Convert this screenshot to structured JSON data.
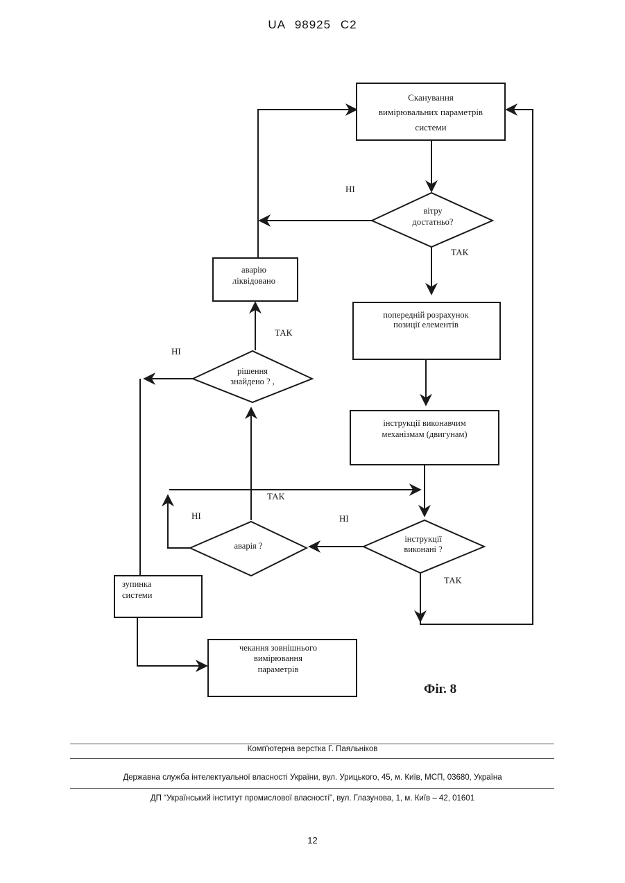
{
  "header": {
    "doc_id": "UA   98925   C2"
  },
  "flowchart": {
    "scan_box": [
      "Сканування",
      "вимірювальних параметрів",
      "системи"
    ],
    "wind_decision": [
      "вітру",
      "достатньо?"
    ],
    "precalc_box": [
      "попередній розрахунок",
      "позиції елементів"
    ],
    "instructions_box": [
      "інструкції виконавчим",
      "механізмам (двигунам)"
    ],
    "executed_decision": [
      "інструкції",
      "виконані ?"
    ],
    "accident_decision": [
      "аварія ?"
    ],
    "solution_decision": [
      "рішення",
      "знайдено ? ,"
    ],
    "eliminated_box": [
      "аварію",
      "ліквідовано"
    ],
    "stop_box": [
      "зупинка",
      "системи"
    ],
    "waiting_box": [
      "чекання зовнішнього",
      "вимірювання",
      "параметрів"
    ],
    "labels": {
      "no_wind": "НІ",
      "yes_wind": "ТАК",
      "yes_solution": "ТАК",
      "no_solution": "НІ",
      "yes_accident_loop": "ТАК",
      "no_accident": "НІ",
      "no_executed": "НІ",
      "yes_executed": "ТАК"
    },
    "figure_label": "Фіг. 8"
  },
  "footer": {
    "layout_credit": "Комп'ютерна верстка Г. Паяльніков",
    "service": "Державна служба інтелектуальної власності України, вул. Урицького, 45, м. Київ, МСП, 03680, Україна",
    "institute": "ДП “Український інститут промислової власності”, вул. Глазунова, 1, м. Київ – 42, 01601"
  },
  "page_number": "12"
}
